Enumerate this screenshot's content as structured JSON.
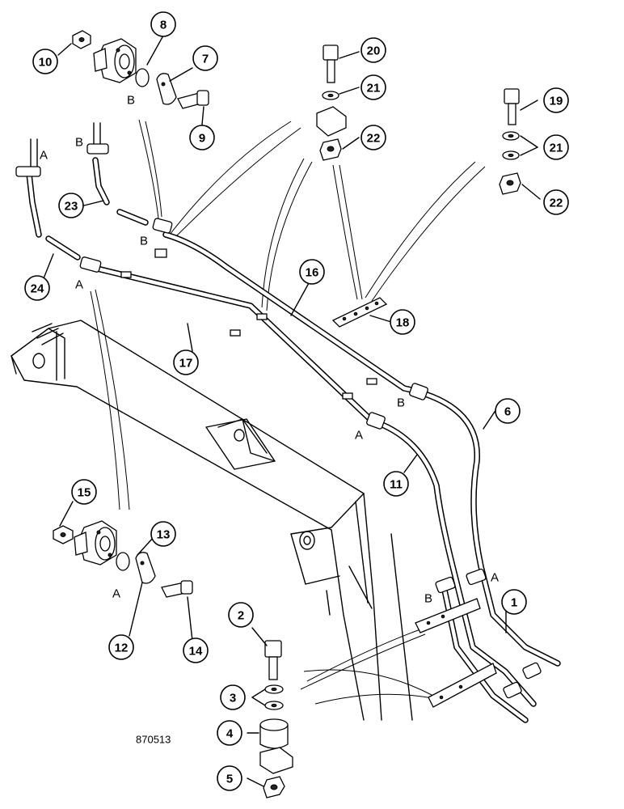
{
  "drawing_code": "870513",
  "callouts": [
    {
      "id": "c1",
      "label": "1"
    },
    {
      "id": "c2",
      "label": "2"
    },
    {
      "id": "c3",
      "label": "3"
    },
    {
      "id": "c4",
      "label": "4"
    },
    {
      "id": "c5",
      "label": "5"
    },
    {
      "id": "c6",
      "label": "6"
    },
    {
      "id": "c7",
      "label": "7"
    },
    {
      "id": "c8",
      "label": "8"
    },
    {
      "id": "c9",
      "label": "9"
    },
    {
      "id": "c10",
      "label": "10"
    },
    {
      "id": "c11",
      "label": "11"
    },
    {
      "id": "c12",
      "label": "12"
    },
    {
      "id": "c13",
      "label": "13"
    },
    {
      "id": "c14",
      "label": "14"
    },
    {
      "id": "c15",
      "label": "15"
    },
    {
      "id": "c16",
      "label": "16"
    },
    {
      "id": "c17",
      "label": "17"
    },
    {
      "id": "c18",
      "label": "18"
    },
    {
      "id": "c19",
      "label": "19"
    },
    {
      "id": "c20",
      "label": "20"
    },
    {
      "id": "c21a",
      "label": "21"
    },
    {
      "id": "c21b",
      "label": "21"
    },
    {
      "id": "c22a",
      "label": "22"
    },
    {
      "id": "c22b",
      "label": "22"
    },
    {
      "id": "c23",
      "label": "23"
    },
    {
      "id": "c24",
      "label": "24"
    }
  ],
  "port_labels": [
    {
      "id": "p1",
      "label": "A"
    },
    {
      "id": "p2",
      "label": "B"
    },
    {
      "id": "p3",
      "label": "B"
    },
    {
      "id": "p4",
      "label": "B"
    },
    {
      "id": "p5",
      "label": "A"
    },
    {
      "id": "p6",
      "label": "B"
    },
    {
      "id": "p7",
      "label": "A"
    },
    {
      "id": "p8",
      "label": "B"
    },
    {
      "id": "p9",
      "label": "A"
    },
    {
      "id": "p10",
      "label": "A"
    }
  ]
}
